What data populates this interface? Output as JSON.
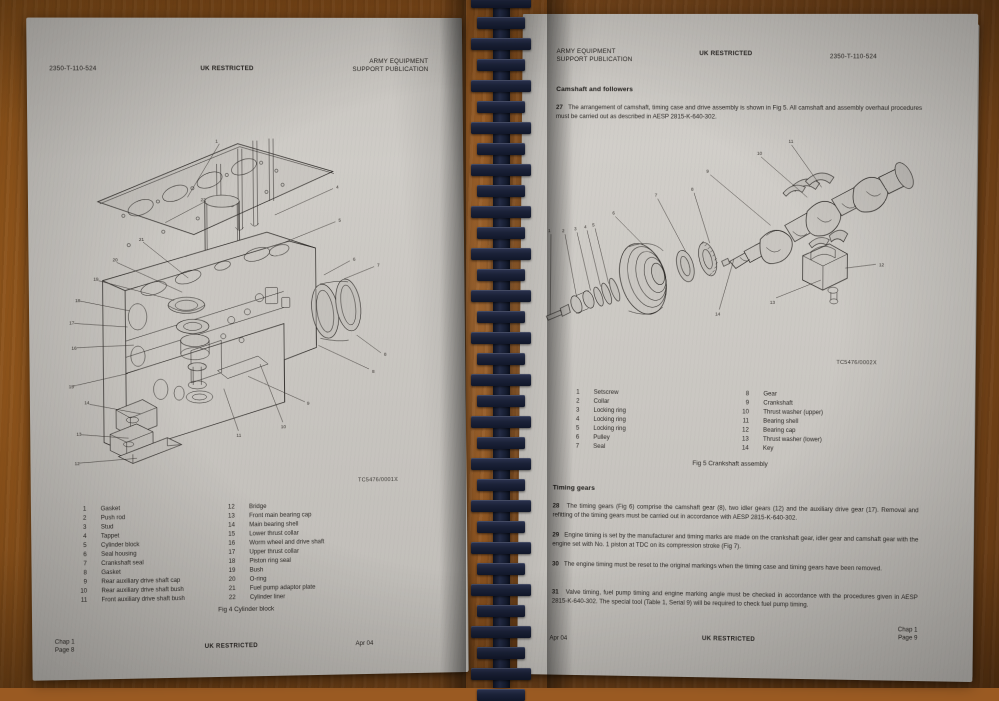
{
  "scene": {
    "desk_color": "#96571d",
    "paper_color": "#c9c6c1",
    "binding_color": "#1b2238"
  },
  "left_page": {
    "header": {
      "doc_number": "2350-T-110-524",
      "classification": "UK RESTRICTED",
      "publication_line1": "ARMY EQUIPMENT",
      "publication_line2": "SUPPORT PUBLICATION"
    },
    "figure": {
      "drawing_ref": "TC5476/0001X",
      "caption": "Fig 4  Cylinder block"
    },
    "parts_left": [
      {
        "num": "1",
        "label": "Gasket"
      },
      {
        "num": "2",
        "label": "Push rod"
      },
      {
        "num": "3",
        "label": "Stud"
      },
      {
        "num": "4",
        "label": "Tappet"
      },
      {
        "num": "5",
        "label": "Cylinder block"
      },
      {
        "num": "6",
        "label": "Seal housing"
      },
      {
        "num": "7",
        "label": "Crankshaft seal"
      },
      {
        "num": "8",
        "label": "Gasket"
      },
      {
        "num": "9",
        "label": "Rear auxiliary drive shaft cap"
      },
      {
        "num": "10",
        "label": "Rear auxiliary drive shaft bush"
      },
      {
        "num": "11",
        "label": "Front auxiliary drive shaft bush"
      }
    ],
    "parts_right": [
      {
        "num": "12",
        "label": "Bridge"
      },
      {
        "num": "13",
        "label": "Front main bearing cap"
      },
      {
        "num": "14",
        "label": "Main bearing shell"
      },
      {
        "num": "15",
        "label": "Lower thrust collar"
      },
      {
        "num": "16",
        "label": "Worm wheel and drive shaft"
      },
      {
        "num": "17",
        "label": "Upper thrust collar"
      },
      {
        "num": "18",
        "label": "Piston ring seal"
      },
      {
        "num": "19",
        "label": "Bush"
      },
      {
        "num": "20",
        "label": "O-ring"
      },
      {
        "num": "21",
        "label": "Fuel pump adaptor plate"
      },
      {
        "num": "22",
        "label": "Cylinder liner"
      }
    ],
    "footer": {
      "chapter": "Chap 1",
      "page": "Page 8",
      "classification": "UK RESTRICTED",
      "date": "Apr 04"
    }
  },
  "right_page": {
    "header": {
      "publication_line1": "ARMY EQUIPMENT",
      "publication_line2": "SUPPORT PUBLICATION",
      "classification": "UK RESTRICTED",
      "doc_number": "2350-T-110-524"
    },
    "section1": {
      "title": "Camshaft and followers",
      "para27_num": "27",
      "para27_text": "The arrangement of camshaft, timing case and drive assembly is shown in Fig 5.  All camshaft and assembly overhaul procedures must be carried out as described in AESP 2815-K-640-302."
    },
    "figure": {
      "drawing_ref": "TC5476/0002X",
      "caption": "Fig 5  Crankshaft assembly"
    },
    "parts_left": [
      {
        "num": "1",
        "label": "Setscrew"
      },
      {
        "num": "2",
        "label": "Collar"
      },
      {
        "num": "3",
        "label": "Locking ring"
      },
      {
        "num": "4",
        "label": "Locking ring"
      },
      {
        "num": "5",
        "label": "Locking ring"
      },
      {
        "num": "6",
        "label": "Pulley"
      },
      {
        "num": "7",
        "label": "Seal"
      }
    ],
    "parts_right": [
      {
        "num": "8",
        "label": "Gear"
      },
      {
        "num": "9",
        "label": "Crankshaft"
      },
      {
        "num": "10",
        "label": "Thrust washer (upper)"
      },
      {
        "num": "11",
        "label": "Bearing shell"
      },
      {
        "num": "12",
        "label": "Bearing cap"
      },
      {
        "num": "13",
        "label": "Thrust washer (lower)"
      },
      {
        "num": "14",
        "label": "Key"
      }
    ],
    "section2": {
      "title": "Timing gears",
      "para28_num": "28",
      "para28_text": "The timing gears (Fig 6) comprise the camshaft gear (8), two idler gears (12) and the auxiliary drive gear (17).  Removal and refitting of the timing gears must be carried out in accordance with AESP 2815-K-640-302.",
      "para29_num": "29",
      "para29_text": "Engine timing is set by the manufacturer and timing marks are made on the crankshaft gear, idler gear and camshaft gear with the engine set with No. 1 piston at TDC on its compression stroke (Fig 7).",
      "para30_num": "30",
      "para30_text": "The engine timing must be reset to the original markings when the timing case and timing gears have been removed.",
      "para31_num": "31",
      "para31_text": "Valve timing, fuel pump timing and engine marking angle must be checked in accordance with the procedures given in AESP 2815-K-640-302.  The special tool (Table 1, Serial 9) will be required to check fuel pump timing."
    },
    "footer": {
      "date": "Apr 04",
      "classification": "UK RESTRICTED",
      "chapter": "Chap 1",
      "page": "Page 9"
    }
  }
}
